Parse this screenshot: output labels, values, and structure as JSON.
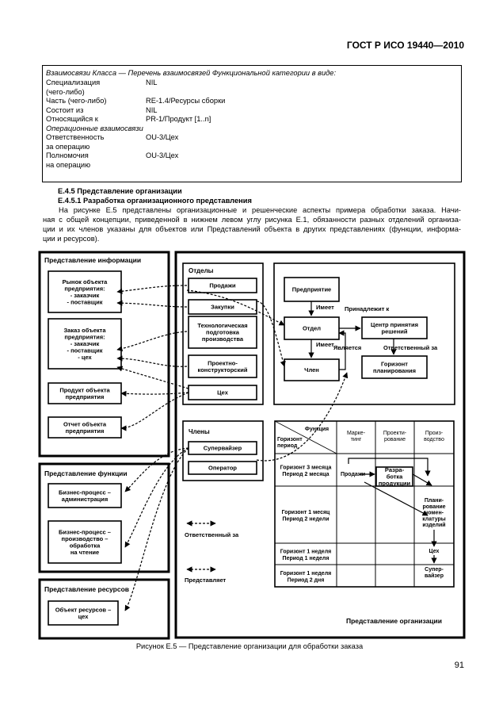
{
  "header": {
    "standard": "ГОСТ Р ИСО 19440—2010"
  },
  "class_box": {
    "title": "Взаимосвязи Класса — Перечень взаимосвязей Функциональной категории в виде:",
    "rows": [
      {
        "label": "Специализация",
        "value": "NIL"
      },
      {
        "label": "(чего-либо)",
        "value": ""
      },
      {
        "label": "Часть (чего-либо)",
        "value": "RE-1.4/Ресурсы сборки"
      },
      {
        "label": "Состоит из",
        "value": "NIL"
      },
      {
        "label": "Относящийся к",
        "value": "PR-1/Продукт [1..n]"
      },
      {
        "label": "Операционные взаимосвязи",
        "value": "",
        "italic": true
      },
      {
        "label": "Ответственность",
        "value": "OU-3/Цех"
      },
      {
        "label": "за операцию",
        "value": ""
      },
      {
        "label": "Полномочия",
        "value": "OU-3/Цех"
      },
      {
        "label": "на операцию",
        "value": ""
      }
    ]
  },
  "section": {
    "heading1": "Е.4.5 Представление организации",
    "heading2": "Е.4.5.1 Разработка организационного представления",
    "paragraph_lines": [
      "На рисунке Е.5 представлены организационные и решенческие аспекты примера обработки заказа. Начи-",
      "ная с общей концепции, приведенной в нижнем левом углу рисунка Е.1, обязанности разных отделений организа-",
      "ции и их членов указаны для объектов или Представлений объекта в других представлениях (функции, информа-",
      "ции и ресурсов)."
    ]
  },
  "figure": {
    "info_view": {
      "title": "Представление информации",
      "items": [
        [
          "Рынок объекта",
          "предприятия:",
          "- заказчик",
          "- поставщик"
        ],
        [
          "Заказ объекта",
          "предприятия:",
          "- заказчик",
          "- поставщик",
          "- цех"
        ],
        [
          "Продукт объекта",
          "предприятия"
        ],
        [
          "Отчет объекта",
          "предприятия"
        ]
      ]
    },
    "func_view": {
      "title": "Представление функции",
      "items": [
        [
          "Бизнес-процесс –",
          "администрация"
        ],
        [
          "Бизнес-процесс –",
          "производство –",
          "обработка",
          "на чтение"
        ]
      ]
    },
    "res_view": {
      "title": "Представление ресурсов",
      "items": [
        [
          "Объект ресурсов –",
          "цех"
        ]
      ]
    },
    "org_view": {
      "title": "Представление организации",
      "departments": {
        "title": "Отделы",
        "items": [
          [
            "Продажи"
          ],
          [
            "Закупки"
          ],
          [
            "Технологическая",
            "подготовка",
            "производства"
          ],
          [
            "Проектно-",
            "конструкторский"
          ],
          [
            "Цех"
          ]
        ]
      },
      "members": {
        "title": "Члены",
        "items": [
          [
            "Супервайзер"
          ],
          [
            "Оператор"
          ]
        ]
      },
      "model": {
        "enterprise": "Предприятие",
        "department": "Отдел",
        "member": "Член",
        "decision_center": [
          "Центр принятия",
          "решений"
        ],
        "horizon": [
          "Горизонт",
          "планирования"
        ],
        "has1": "Имеет",
        "has2": "Имеет",
        "belongs_to": "Принадлежит к",
        "is": "Является",
        "responsible_for": "Ответственный за"
      },
      "legend": {
        "responsible": "Ответственный за",
        "represents": "Представляет"
      },
      "grid": {
        "corner_function": "Функция",
        "corner_horizon": "Горизонт",
        "corner_period": "период",
        "columns": [
          [
            "Марке-",
            "тинг"
          ],
          [
            "Проекти-",
            "рование"
          ],
          [
            "Произ-",
            "водство"
          ]
        ],
        "rows": [
          [
            "Горизонт 3 месяца",
            "Период 2 месяца"
          ],
          [
            "Горизонт 1 месяц",
            "Период 2 недели"
          ],
          [
            "Горизонт 1 неделя",
            "Период 1 неделя"
          ],
          [
            "Горизонт 1 неделя",
            "Период 2 дня"
          ]
        ],
        "labels": {
          "sales": "Продажи",
          "dev": [
            "Разра-",
            "ботка",
            "продукции"
          ],
          "planning": [
            "Плани-",
            "рование",
            "номен-",
            "клатуры",
            "изделий"
          ],
          "shop": "Цех",
          "supervisor": [
            "Супер-",
            "вайзер"
          ]
        }
      }
    }
  },
  "caption": "Рисунок Е.5 — Представление организации для обработки заказа",
  "page_number": "91"
}
